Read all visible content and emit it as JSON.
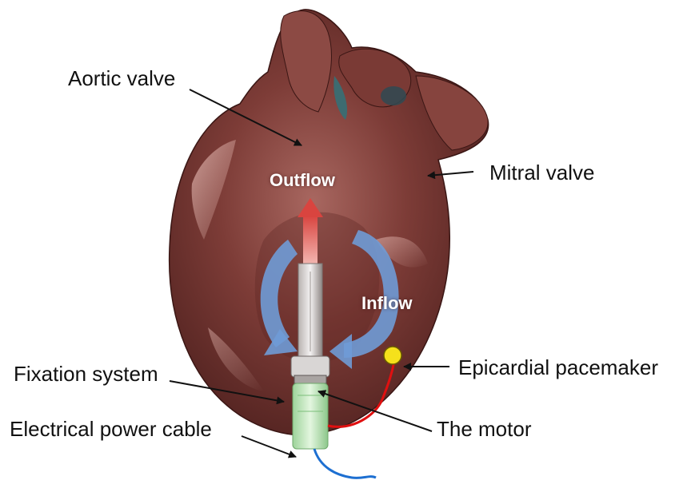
{
  "labels": {
    "aortic_valve": "Aortic valve",
    "mitral_valve": "Mitral valve",
    "epicardial_pacemaker": "Epicardial pacemaker",
    "fixation_system": "Fixation system",
    "electrical_power_cable": "Electrical power cable",
    "the_motor": "The motor"
  },
  "flow": {
    "outflow": "Outflow",
    "inflow": "Inflow"
  },
  "colors": {
    "heart": "#7a3b36",
    "heart_highlight": "#c9948c",
    "inflow_arrow": "#6f9bd6",
    "outflow_arrow": "#e06a68",
    "pacemaker": "#f5e11b",
    "pacemaker_lead": "#e01010",
    "power_cable": "#1d6fd1",
    "motor": "#bfe6b8"
  }
}
